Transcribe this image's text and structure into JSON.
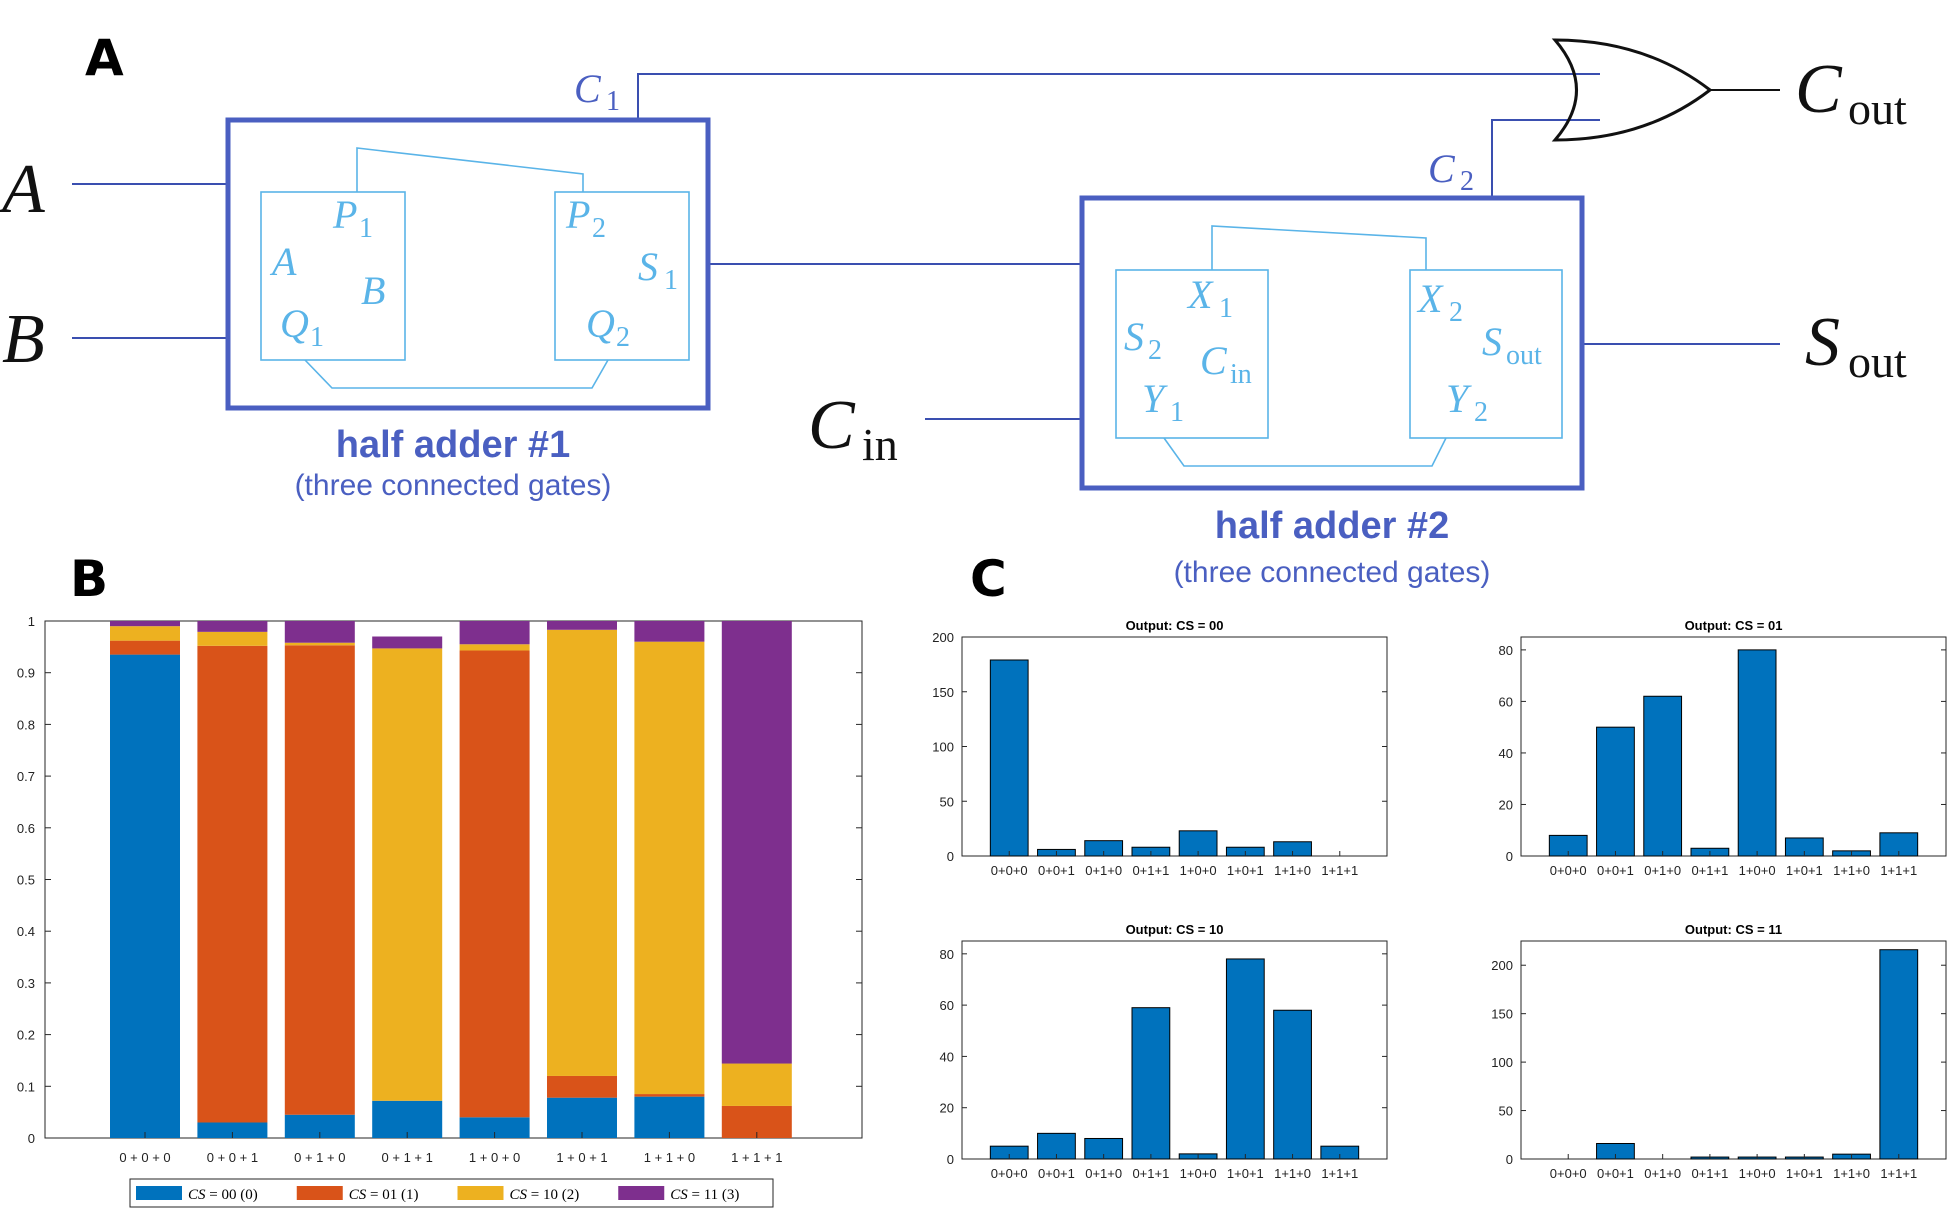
{
  "panel_a": {
    "letter": "A",
    "inputs": {
      "a": "A",
      "b": "B",
      "cin_main": "C",
      "cin_sub": "in"
    },
    "outputs": {
      "cout_main": "C",
      "cout_sub": "out",
      "sout_main": "S",
      "sout_sub": "out"
    },
    "wires": {
      "c1_main": "C",
      "c1_sub": "1",
      "c2_main": "C",
      "c2_sub": "2"
    },
    "half_adder_1": {
      "title": "half adder #1",
      "subtitle": "(three connected gates)",
      "gate1": {
        "p_main": "P",
        "p_sub": "1",
        "a": "A",
        "b": "B",
        "q_main": "Q",
        "q_sub": "1"
      },
      "gate2": {
        "p_main": "P",
        "p_sub": "2",
        "s_main": "S",
        "s_sub": "1",
        "q_main": "Q",
        "q_sub": "2"
      }
    },
    "half_adder_2": {
      "title": "half adder #2",
      "subtitle": "(three connected gates)",
      "gate1": {
        "x_main": "X",
        "x_sub": "1",
        "s_main": "S",
        "s_sub": "2",
        "c_main": "C",
        "c_sub": "in",
        "y_main": "Y",
        "y_sub": "1"
      },
      "gate2": {
        "x_main": "X",
        "x_sub": "2",
        "s_main": "S",
        "s_sub": "out",
        "y_main": "Y",
        "y_sub": "2"
      }
    },
    "colors": {
      "box": "#4a5fc1",
      "inner": "#5ab4e8",
      "wire": "#3a4fb0",
      "text_dark": "#111111"
    }
  },
  "panel_b": {
    "letter": "B"
  },
  "panel_c": {
    "letter": "C"
  },
  "colors": {
    "blue": "#0072bd",
    "orange": "#d95319",
    "yellow": "#edb120",
    "purple": "#7e2f8e"
  },
  "chart_data": [
    {
      "type": "bar",
      "stacked": true,
      "categories": [
        "0 + 0 + 0",
        "0 + 0 + 1",
        "0 + 1 + 0",
        "0 + 1 + 1",
        "1 + 0 + 0",
        "1 + 0 + 1",
        "1 + 1 + 0",
        "1 + 1 + 1"
      ],
      "series": [
        {
          "name": "CS = 00 (0)",
          "cs": "00",
          "dec": "0",
          "color": "#0072bd",
          "values": [
            0.935,
            0.03,
            0.045,
            0.072,
            0.04,
            0.078,
            0.08,
            0.0
          ]
        },
        {
          "name": "CS = 01 (1)",
          "cs": "01",
          "dec": "1",
          "color": "#d95319",
          "values": [
            0.027,
            0.922,
            0.908,
            0.0,
            0.903,
            0.042,
            0.005,
            0.062
          ]
        },
        {
          "name": "CS = 10 (2)",
          "cs": "10",
          "dec": "2",
          "color": "#edb120",
          "values": [
            0.028,
            0.027,
            0.005,
            0.875,
            0.012,
            0.863,
            0.875,
            0.082
          ]
        },
        {
          "name": "CS = 11 (3)",
          "cs": "11",
          "dec": "3",
          "color": "#7e2f8e",
          "values": [
            0.01,
            0.021,
            0.042,
            0.023,
            0.045,
            0.017,
            0.04,
            0.856
          ]
        }
      ],
      "yticks": [
        "0",
        "0.1",
        "0.2",
        "0.3",
        "0.4",
        "0.5",
        "0.6",
        "0.7",
        "0.8",
        "0.9",
        "1"
      ],
      "ylim": [
        0,
        1
      ],
      "legend_location": "bottom-outside",
      "legend_label_prefix": "CS",
      "grid": false
    },
    {
      "type": "bar",
      "title": "Output: CS = 00",
      "categories": [
        "0+0+0",
        "0+0+1",
        "0+1+0",
        "0+1+1",
        "1+0+0",
        "1+0+1",
        "1+1+0",
        "1+1+1"
      ],
      "values": [
        179,
        6,
        14,
        8,
        23,
        8,
        13,
        0
      ],
      "ylim": [
        0,
        200
      ],
      "yticks": [
        "0",
        "50",
        "100",
        "150",
        "200"
      ],
      "grid": false
    },
    {
      "type": "bar",
      "title": "Output: CS = 01",
      "categories": [
        "0+0+0",
        "0+0+1",
        "0+1+0",
        "0+1+1",
        "1+0+0",
        "1+0+1",
        "1+1+0",
        "1+1+1"
      ],
      "values": [
        8,
        50,
        62,
        3,
        80,
        7,
        2,
        9
      ],
      "ylim": [
        0,
        85
      ],
      "yticks": [
        "0",
        "20",
        "40",
        "60",
        "80"
      ],
      "grid": false
    },
    {
      "type": "bar",
      "title": "Output: CS = 10",
      "categories": [
        "0+0+0",
        "0+0+1",
        "0+1+0",
        "0+1+1",
        "1+0+0",
        "1+0+1",
        "1+1+0",
        "1+1+1"
      ],
      "values": [
        5,
        10,
        8,
        59,
        2,
        78,
        58,
        5
      ],
      "ylim": [
        0,
        85
      ],
      "yticks": [
        "0",
        "20",
        "40",
        "60",
        "80"
      ],
      "grid": false
    },
    {
      "type": "bar",
      "title": "Output: CS = 11",
      "categories": [
        "0+0+0",
        "0+0+1",
        "0+1+0",
        "0+1+1",
        "1+0+0",
        "1+0+1",
        "1+1+0",
        "1+1+1"
      ],
      "values": [
        0,
        16,
        0,
        2,
        2,
        2,
        5,
        216
      ],
      "ylim": [
        0,
        225
      ],
      "yticks": [
        "0",
        "50",
        "100",
        "150",
        "200"
      ],
      "grid": false
    }
  ]
}
